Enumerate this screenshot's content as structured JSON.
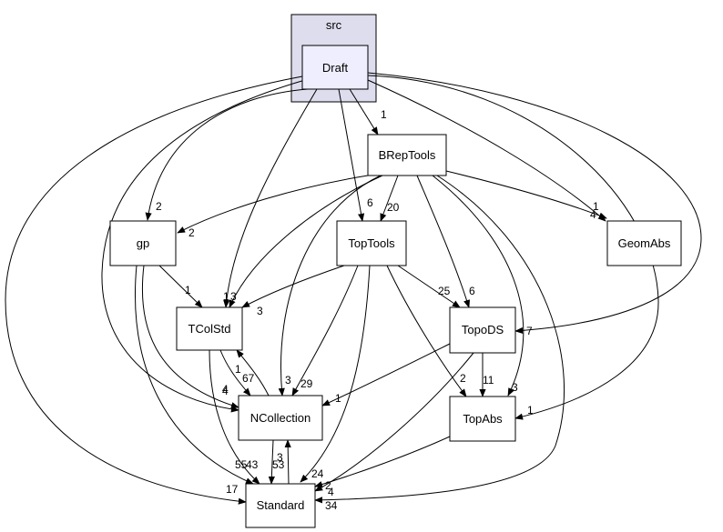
{
  "cluster": {
    "label": "src"
  },
  "nodes": {
    "draft": "Draft",
    "breptools": "BRepTools",
    "gp": "gp",
    "toptools": "TopTools",
    "geomabs": "GeomAbs",
    "tcolstd": "TColStd",
    "topods": "TopoDS",
    "ncollection": "NCollection",
    "topabs": "TopAbs",
    "standard": "Standard"
  },
  "edges": [
    {
      "from": "Draft",
      "to": "BRepTools",
      "label": "1"
    },
    {
      "from": "Draft",
      "to": "gp",
      "label": "2"
    },
    {
      "from": "Draft",
      "to": "TopTools",
      "label": "6"
    },
    {
      "from": "Draft",
      "to": "GeomAbs",
      "label": "1"
    },
    {
      "from": "Draft",
      "to": "TColStd",
      "label": "1"
    },
    {
      "from": "Draft",
      "to": "TopoDS",
      "label": "7"
    },
    {
      "from": "Draft",
      "to": "NCollection",
      "label": "4"
    },
    {
      "from": "Draft",
      "to": "TopAbs",
      "label": "1"
    },
    {
      "from": "Draft",
      "to": "Standard",
      "label": "17"
    },
    {
      "from": "BRepTools",
      "to": "gp",
      "label": "2"
    },
    {
      "from": "BRepTools",
      "to": "TopTools",
      "label": "20"
    },
    {
      "from": "BRepTools",
      "to": "GeomAbs",
      "label": "4"
    },
    {
      "from": "BRepTools",
      "to": "TColStd",
      "label": "3"
    },
    {
      "from": "BRepTools",
      "to": "TopoDS",
      "label": "6"
    },
    {
      "from": "BRepTools",
      "to": "NCollection",
      "label": "3"
    },
    {
      "from": "BRepTools",
      "to": "TopAbs",
      "label": "3"
    },
    {
      "from": "BRepTools",
      "to": "Standard",
      "label": "34"
    },
    {
      "from": "gp",
      "to": "TColStd",
      "label": "1"
    },
    {
      "from": "gp",
      "to": "NCollection",
      "label": "4"
    },
    {
      "from": "gp",
      "to": "Standard",
      "label": "55"
    },
    {
      "from": "TopTools",
      "to": "TColStd",
      "label": "3"
    },
    {
      "from": "TopTools",
      "to": "TopoDS",
      "label": "25"
    },
    {
      "from": "TopTools",
      "to": "NCollection",
      "label": "29"
    },
    {
      "from": "TopTools",
      "to": "TopAbs",
      "label": "2"
    },
    {
      "from": "TopTools",
      "to": "Standard",
      "label": "4"
    },
    {
      "from": "TColStd",
      "to": "NCollection",
      "label": "67"
    },
    {
      "from": "TColStd",
      "to": "Standard",
      "label": "43"
    },
    {
      "from": "NCollection",
      "to": "TColStd",
      "label": "1"
    },
    {
      "from": "NCollection",
      "to": "Standard",
      "label": "53"
    },
    {
      "from": "TopoDS",
      "to": "NCollection",
      "label": "1"
    },
    {
      "from": "TopoDS",
      "to": "TopAbs",
      "label": "11"
    },
    {
      "from": "TopoDS",
      "to": "Standard",
      "label": "24"
    },
    {
      "from": "TopAbs",
      "to": "Standard",
      "label": "2"
    },
    {
      "from": "Standard",
      "to": "NCollection",
      "label": "3"
    }
  ]
}
